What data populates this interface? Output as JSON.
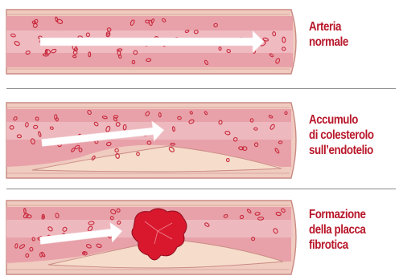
{
  "panels": [
    {
      "caption_lines": [
        "Arteria",
        "normale"
      ],
      "stage": "normal"
    },
    {
      "caption_lines": [
        "Accumulo",
        "di colesterolo",
        "sull’endotelio"
      ],
      "stage": "cholesterol"
    },
    {
      "caption_lines": [
        "Formazione",
        "della placca",
        "fibrotica"
      ],
      "stage": "plaque"
    }
  ],
  "colors": {
    "wall": "#f0cbc0",
    "wall_edge": "#c98a82",
    "lumen": "#e8a1a9",
    "lumen_core": "#f0c1c5",
    "cell": "#c8283c",
    "plaque_lipid": "#f6dccb",
    "clot": "#d9182e",
    "arrow": "#ffffff",
    "caption": "#b8172a",
    "divider": "#8a8a8a"
  }
}
